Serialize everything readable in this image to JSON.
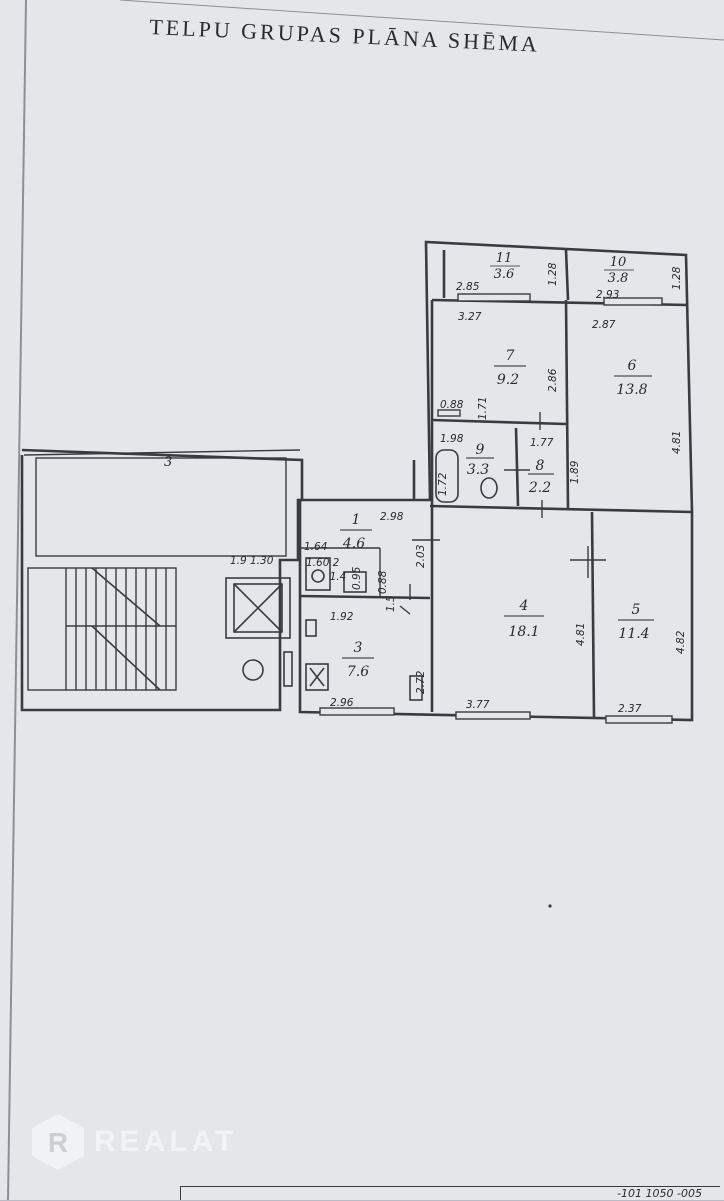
{
  "title": "TELPU GRUPAS PLĀNA SHĒMA",
  "watermark": "REALAT",
  "watermark_icon": "hexagon-r-logo-icon",
  "bottom_code": "-101 1050 -005",
  "stair_number": "3",
  "rooms": [
    {
      "id": "r1",
      "number": "1",
      "area": "4.6"
    },
    {
      "id": "r2",
      "number": "2",
      "area": "1.4"
    },
    {
      "id": "r3",
      "number": "3",
      "area": "7.6"
    },
    {
      "id": "r4",
      "number": "4",
      "area": "18.1"
    },
    {
      "id": "r5",
      "number": "5",
      "area": "11.4"
    },
    {
      "id": "r6",
      "number": "6",
      "area": "13.8"
    },
    {
      "id": "r7",
      "number": "7",
      "area": "9.2"
    },
    {
      "id": "r8",
      "number": "8",
      "area": "2.2"
    },
    {
      "id": "r9",
      "number": "9",
      "area": "3.3"
    },
    {
      "id": "r10",
      "number": "10",
      "area": "3.8"
    },
    {
      "id": "r11",
      "number": "11",
      "area": "3.6"
    }
  ],
  "dimensions": [
    "2.85",
    "1.28",
    "2.93",
    "1.28",
    "3.27",
    "2.87",
    "2.86",
    "0.88",
    "1.71",
    "1.98",
    "1.77",
    "1.72",
    "1.89",
    "4.81",
    "2.98",
    "1.64",
    "1.60",
    "0.95",
    "0.88",
    "2.03",
    "1.92",
    "1.5",
    "2.72",
    "2.96",
    "3.77",
    "4.81",
    "2.37",
    "4.82",
    "1.30",
    "1.9"
  ]
}
